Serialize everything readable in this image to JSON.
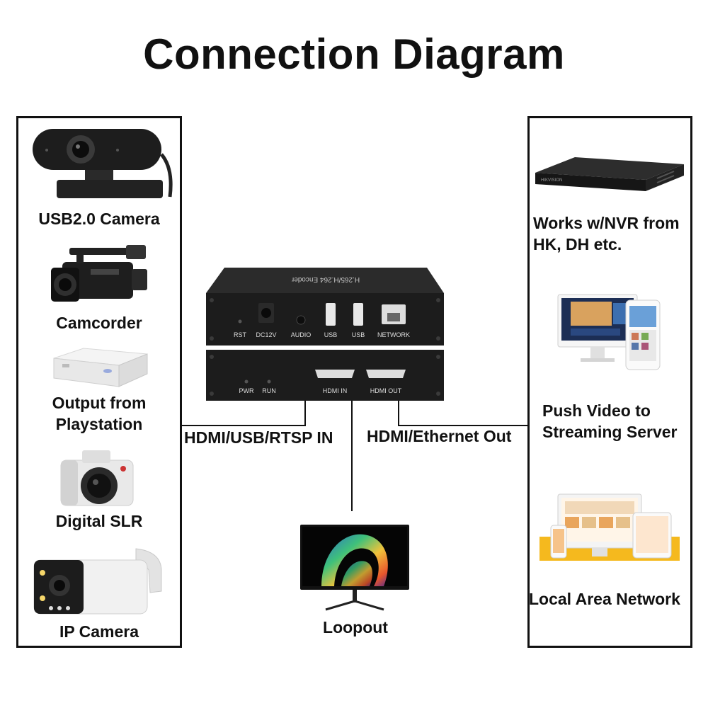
{
  "title": "Connection Diagram",
  "inputs": [
    {
      "label": "USB2.0 Camera",
      "icon": "webcam-icon"
    },
    {
      "label": "Camcorder",
      "icon": "camcorder-icon"
    },
    {
      "label": "Output from\nPlaystation",
      "icon": "game-console-icon"
    },
    {
      "label": "Digital SLR",
      "icon": "dslr-camera-icon"
    },
    {
      "label": "IP Camera",
      "icon": "bullet-ip-camera-icon"
    }
  ],
  "outputs": [
    {
      "label": "Works w/NVR from\nHK, DH etc.",
      "icon": "nvr-recorder-icon"
    },
    {
      "label": "Push Video to\nStreaming Server",
      "icon": "streaming-devices-icon"
    },
    {
      "label": "Local Area Network",
      "icon": "lan-devices-icon"
    }
  ],
  "connections": {
    "in_label": "HDMI/USB/RTSP IN",
    "out_label": "HDMI/Ethernet Out",
    "loopout_label": "Loopout"
  },
  "encoder": {
    "top_panel_text": "H.265/H.264 Encoder",
    "front_ports": [
      "RST",
      "DC12V",
      "AUDIO",
      "USB",
      "USB",
      "NETWORK"
    ],
    "rear_ports": [
      "PWR",
      "RUN",
      "HDMI IN",
      "HDMI OUT"
    ]
  },
  "colors": {
    "device_body": "#1f1f1f",
    "line": "#111111"
  }
}
